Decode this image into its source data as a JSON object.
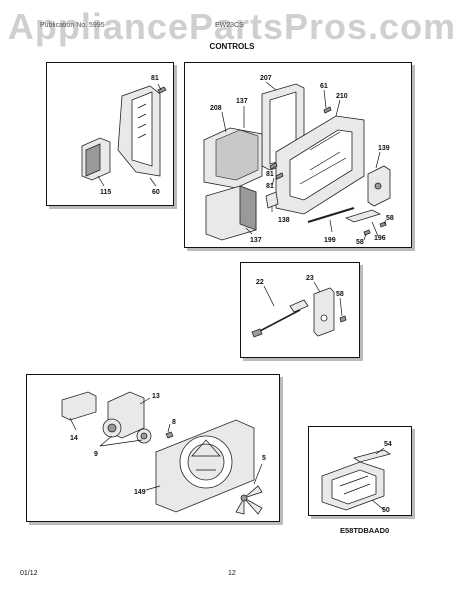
{
  "watermark": "AppliancePartsPros.com",
  "header": {
    "left_text": "Publication No. 5995",
    "right_text": "EW23CS",
    "title": "CONTROLS"
  },
  "panel1_labels": [
    "81",
    "115",
    "60"
  ],
  "panel2_labels": [
    "207",
    "208",
    "137",
    "61",
    "210",
    "139",
    "81",
    "81",
    "138",
    "137",
    "199",
    "58",
    "58",
    "196"
  ],
  "panel3_labels": [
    "22",
    "23",
    "58"
  ],
  "panel4_labels": [
    "13",
    "14",
    "8",
    "9",
    "5",
    "149"
  ],
  "panel5_labels": [
    "54",
    "50"
  ],
  "diagram_code": "E58TDBAAD0",
  "footer": {
    "date": "01/12",
    "page": "12"
  }
}
